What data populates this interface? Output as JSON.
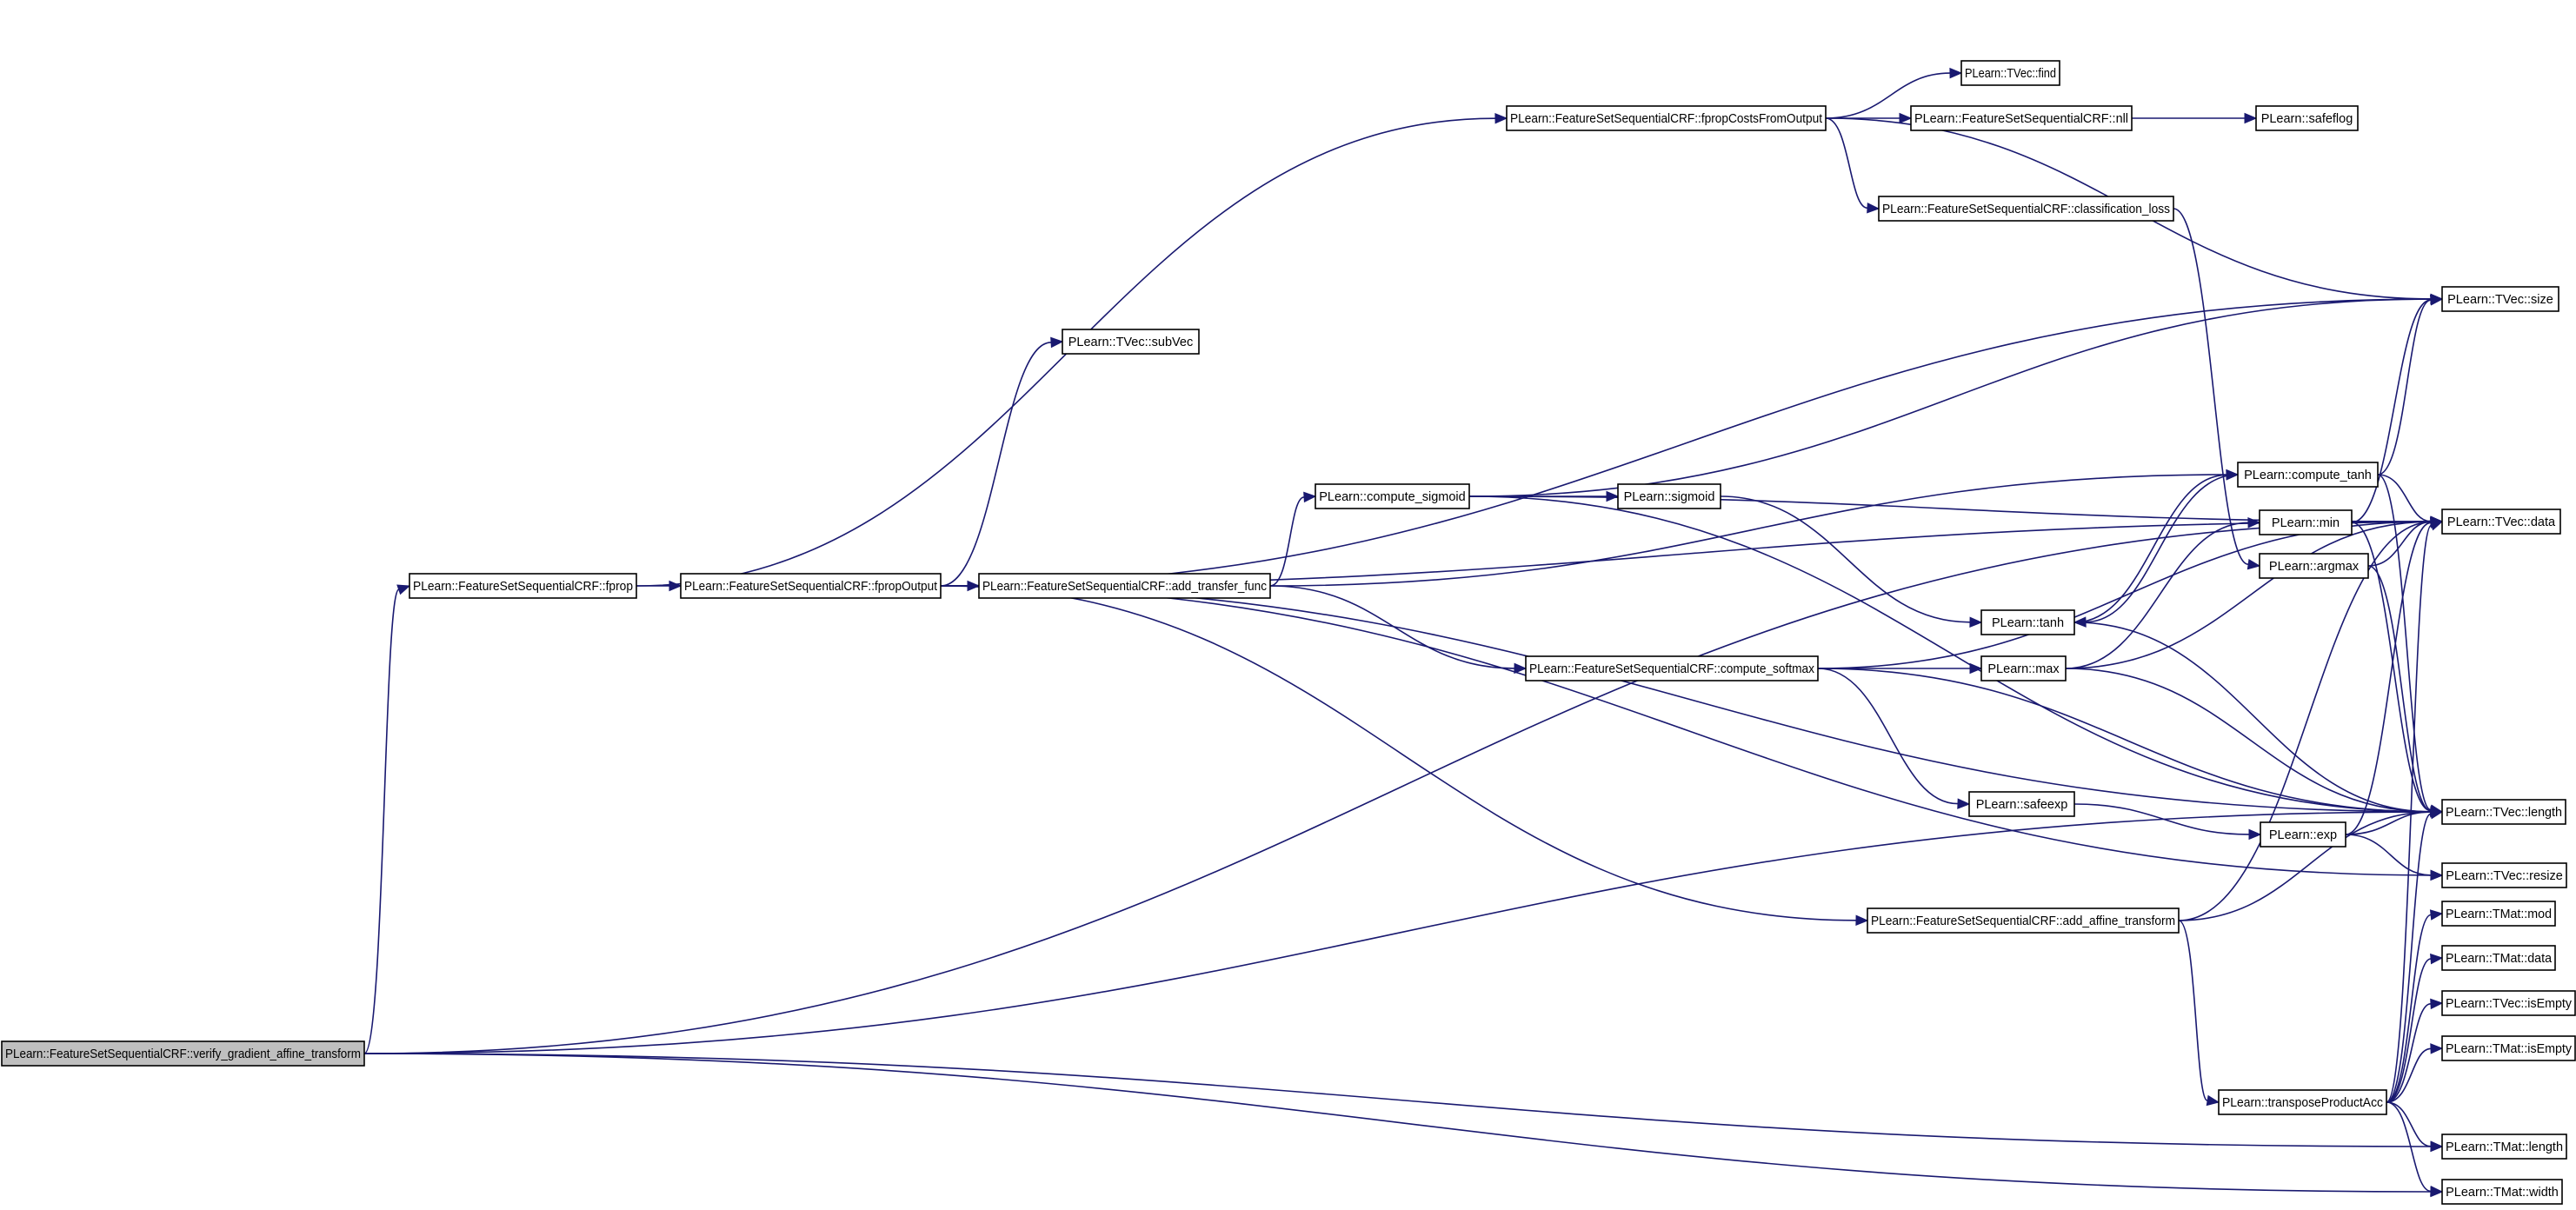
{
  "graph": {
    "root": "verify_gradient_affine_transform",
    "nodes": [
      {
        "id": "verify_gradient_affine_transform",
        "label": "PLearn::FeatureSetSequentialCRF::verify_gradient_affine_transform"
      },
      {
        "id": "fprop",
        "label": "PLearn::FeatureSetSequentialCRF::fprop"
      },
      {
        "id": "fpropOutput",
        "label": "PLearn::FeatureSetSequentialCRF::fpropOutput"
      },
      {
        "id": "add_transfer_func",
        "label": "PLearn::FeatureSetSequentialCRF::add_transfer_func"
      },
      {
        "id": "compute_sigmoid",
        "label": "PLearn::compute_sigmoid"
      },
      {
        "id": "sigmoid",
        "label": "PLearn::sigmoid"
      },
      {
        "id": "compute_softmax",
        "label": "PLearn::FeatureSetSequentialCRF::compute_softmax"
      },
      {
        "id": "add_affine_transform",
        "label": "PLearn::FeatureSetSequentialCRF::add_affine_transform"
      },
      {
        "id": "subVec",
        "label": "PLearn::TVec::subVec"
      },
      {
        "id": "fpropCostsFromOutput",
        "label": "PLearn::FeatureSetSequentialCRF::fpropCostsFromOutput"
      },
      {
        "id": "find",
        "label": "PLearn::TVec::find"
      },
      {
        "id": "nll",
        "label": "PLearn::FeatureSetSequentialCRF::nll"
      },
      {
        "id": "safeflog",
        "label": "PLearn::safeflog"
      },
      {
        "id": "classification_loss",
        "label": "PLearn::FeatureSetSequentialCRF::classification_loss"
      },
      {
        "id": "tvec_size",
        "label": "PLearn::TVec::size"
      },
      {
        "id": "compute_tanh",
        "label": "PLearn::compute_tanh"
      },
      {
        "id": "min",
        "label": "PLearn::min"
      },
      {
        "id": "argmax",
        "label": "PLearn::argmax"
      },
      {
        "id": "tanh",
        "label": "PLearn::tanh"
      },
      {
        "id": "max",
        "label": "PLearn::max"
      },
      {
        "id": "safeexp",
        "label": "PLearn::safeexp"
      },
      {
        "id": "exp",
        "label": "PLearn::exp"
      },
      {
        "id": "transposeProductAcc",
        "label": "PLearn::transposeProductAcc"
      },
      {
        "id": "tvec_data",
        "label": "PLearn::TVec::data"
      },
      {
        "id": "tvec_length",
        "label": "PLearn::TVec::length"
      },
      {
        "id": "tvec_resize",
        "label": "PLearn::TVec::resize"
      },
      {
        "id": "tmat_mod",
        "label": "PLearn::TMat::mod"
      },
      {
        "id": "tmat_data",
        "label": "PLearn::TMat::data"
      },
      {
        "id": "tvec_isEmpty",
        "label": "PLearn::TVec::isEmpty"
      },
      {
        "id": "tmat_isEmpty",
        "label": "PLearn::TMat::isEmpty"
      },
      {
        "id": "tmat_length",
        "label": "PLearn::TMat::length"
      },
      {
        "id": "tmat_width",
        "label": "PLearn::TMat::width"
      }
    ],
    "edges": [
      {
        "from": "verify_gradient_affine_transform",
        "to": "fprop"
      },
      {
        "from": "verify_gradient_affine_transform",
        "to": "tvec_data"
      },
      {
        "from": "verify_gradient_affine_transform",
        "to": "tvec_length"
      },
      {
        "from": "verify_gradient_affine_transform",
        "to": "tmat_length"
      },
      {
        "from": "verify_gradient_affine_transform",
        "to": "tmat_width"
      },
      {
        "from": "fprop",
        "to": "fpropOutput"
      },
      {
        "from": "fprop",
        "to": "fpropCostsFromOutput"
      },
      {
        "from": "fpropOutput",
        "to": "add_transfer_func"
      },
      {
        "from": "fpropOutput",
        "to": "subVec"
      },
      {
        "from": "fpropOutput",
        "to": "tvec_size"
      },
      {
        "from": "fpropOutput",
        "to": "tvec_data"
      },
      {
        "from": "fpropOutput",
        "to": "add_affine_transform"
      },
      {
        "from": "fpropOutput",
        "to": "tvec_length"
      },
      {
        "from": "fpropOutput",
        "to": "tvec_resize"
      },
      {
        "from": "add_transfer_func",
        "to": "compute_sigmoid"
      },
      {
        "from": "add_transfer_func",
        "to": "compute_softmax"
      },
      {
        "from": "add_transfer_func",
        "to": "compute_tanh"
      },
      {
        "from": "compute_sigmoid",
        "to": "sigmoid"
      },
      {
        "from": "compute_sigmoid",
        "to": "tvec_size"
      },
      {
        "from": "compute_sigmoid",
        "to": "tvec_data"
      },
      {
        "from": "compute_sigmoid",
        "to": "tvec_length"
      },
      {
        "from": "sigmoid",
        "to": "tanh"
      },
      {
        "from": "compute_softmax",
        "to": "max"
      },
      {
        "from": "compute_softmax",
        "to": "safeexp"
      },
      {
        "from": "compute_softmax",
        "to": "tvec_data"
      },
      {
        "from": "compute_softmax",
        "to": "tvec_length"
      },
      {
        "from": "fpropCostsFromOutput",
        "to": "find"
      },
      {
        "from": "fpropCostsFromOutput",
        "to": "nll"
      },
      {
        "from": "fpropCostsFromOutput",
        "to": "classification_loss"
      },
      {
        "from": "fpropCostsFromOutput",
        "to": "tvec_size"
      },
      {
        "from": "nll",
        "to": "safeflog"
      },
      {
        "from": "classification_loss",
        "to": "argmax"
      },
      {
        "from": "compute_tanh",
        "to": "tanh"
      },
      {
        "from": "compute_tanh",
        "to": "tvec_size"
      },
      {
        "from": "compute_tanh",
        "to": "tvec_data"
      },
      {
        "from": "compute_tanh",
        "to": "tvec_length"
      },
      {
        "from": "tanh",
        "to": "compute_tanh"
      },
      {
        "from": "tanh",
        "to": "tvec_length"
      },
      {
        "from": "min",
        "to": "tvec_size"
      },
      {
        "from": "min",
        "to": "tvec_data"
      },
      {
        "from": "min",
        "to": "tvec_length"
      },
      {
        "from": "argmax",
        "to": "tvec_data"
      },
      {
        "from": "argmax",
        "to": "tvec_length"
      },
      {
        "from": "max",
        "to": "min"
      },
      {
        "from": "max",
        "to": "tvec_data"
      },
      {
        "from": "max",
        "to": "tvec_length"
      },
      {
        "from": "safeexp",
        "to": "exp"
      },
      {
        "from": "exp",
        "to": "tvec_data"
      },
      {
        "from": "exp",
        "to": "tvec_length"
      },
      {
        "from": "exp",
        "to": "tvec_resize"
      },
      {
        "from": "add_affine_transform",
        "to": "transposeProductAcc"
      },
      {
        "from": "add_affine_transform",
        "to": "tvec_data"
      },
      {
        "from": "add_affine_transform",
        "to": "tvec_length"
      },
      {
        "from": "transposeProductAcc",
        "to": "tvec_data"
      },
      {
        "from": "transposeProductAcc",
        "to": "tvec_length"
      },
      {
        "from": "transposeProductAcc",
        "to": "tmat_mod"
      },
      {
        "from": "transposeProductAcc",
        "to": "tmat_data"
      },
      {
        "from": "transposeProductAcc",
        "to": "tvec_isEmpty"
      },
      {
        "from": "transposeProductAcc",
        "to": "tmat_isEmpty"
      },
      {
        "from": "transposeProductAcc",
        "to": "tmat_length"
      },
      {
        "from": "transposeProductAcc",
        "to": "tmat_width"
      }
    ]
  }
}
